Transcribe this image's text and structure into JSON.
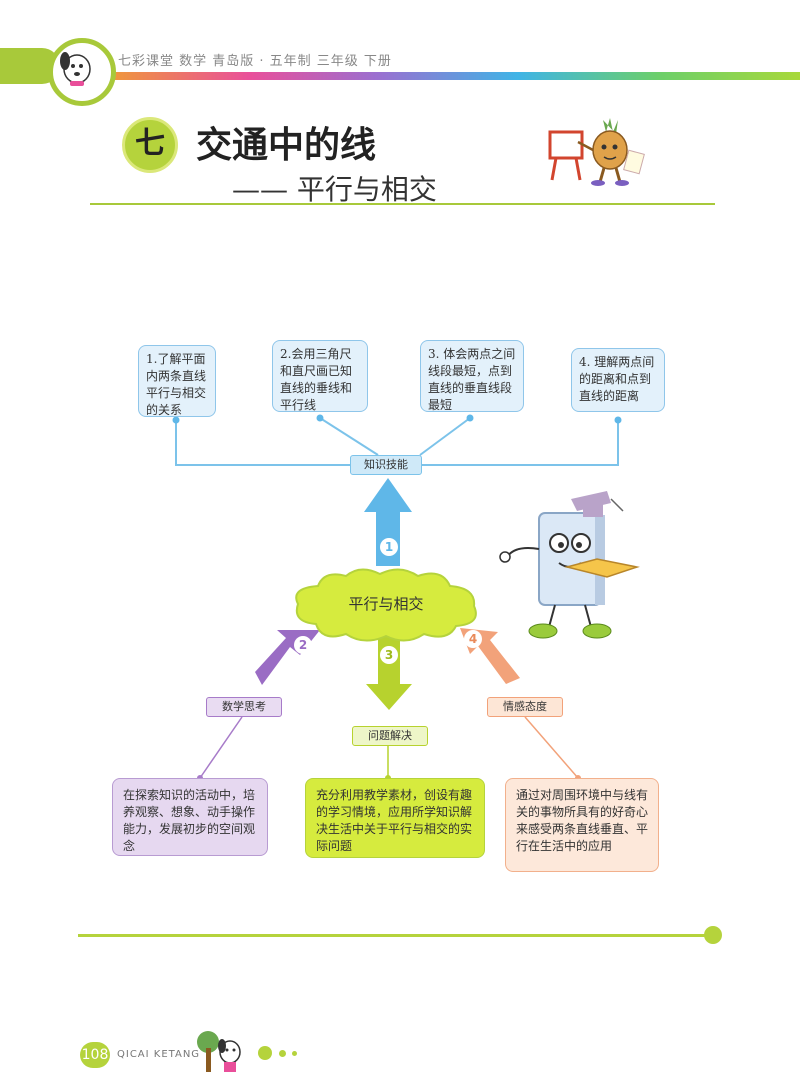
{
  "header": {
    "text": "七彩课堂   数学  青岛版 · 五年制  三年级  下册"
  },
  "chapter": {
    "number": "七",
    "title": "交通中的线",
    "subtitle": "—— 平行与相交"
  },
  "mindmap": {
    "center": "平行与相交",
    "top_tag": "知识技能",
    "knowledge_items": [
      "1.了解平面内两条直线平行与相交的关系",
      "2.会用三角尺和直尺画已知直线的垂线和平行线",
      "3. 体会两点之间线段最短，点到直线的垂直线段最短",
      "4. 理解两点间的距离和点到直线的距离"
    ],
    "arrow_numbers": [
      "1",
      "2",
      "3",
      "4"
    ],
    "branches": [
      {
        "tag": "数学思考",
        "text": "在探索知识的活动中，培养观察、想象、动手操作能力，发展初步的空间观念",
        "color": "#a77bc9"
      },
      {
        "tag": "问题解决",
        "text": "充分利用教学素材，创设有趣的学习情境，应用所学知识解决生活中关于平行与相交的实际问题",
        "color": "#b7d22e"
      },
      {
        "tag": "情感态度",
        "text": "通过对周围环境中与线有关的事物所具有的好奇心来感受两条直线垂直、平行在生活中的应用",
        "color": "#f2a27a"
      }
    ]
  },
  "footer": {
    "page_number": "108",
    "brand": "QICAI KETANG"
  },
  "colors": {
    "accent": "#b5d33c",
    "knowledge_blue": "#5fb7e8",
    "thinking_purple": "#a77bc9",
    "solving_green": "#b7d22e",
    "attitude_orange": "#f2a27a"
  }
}
